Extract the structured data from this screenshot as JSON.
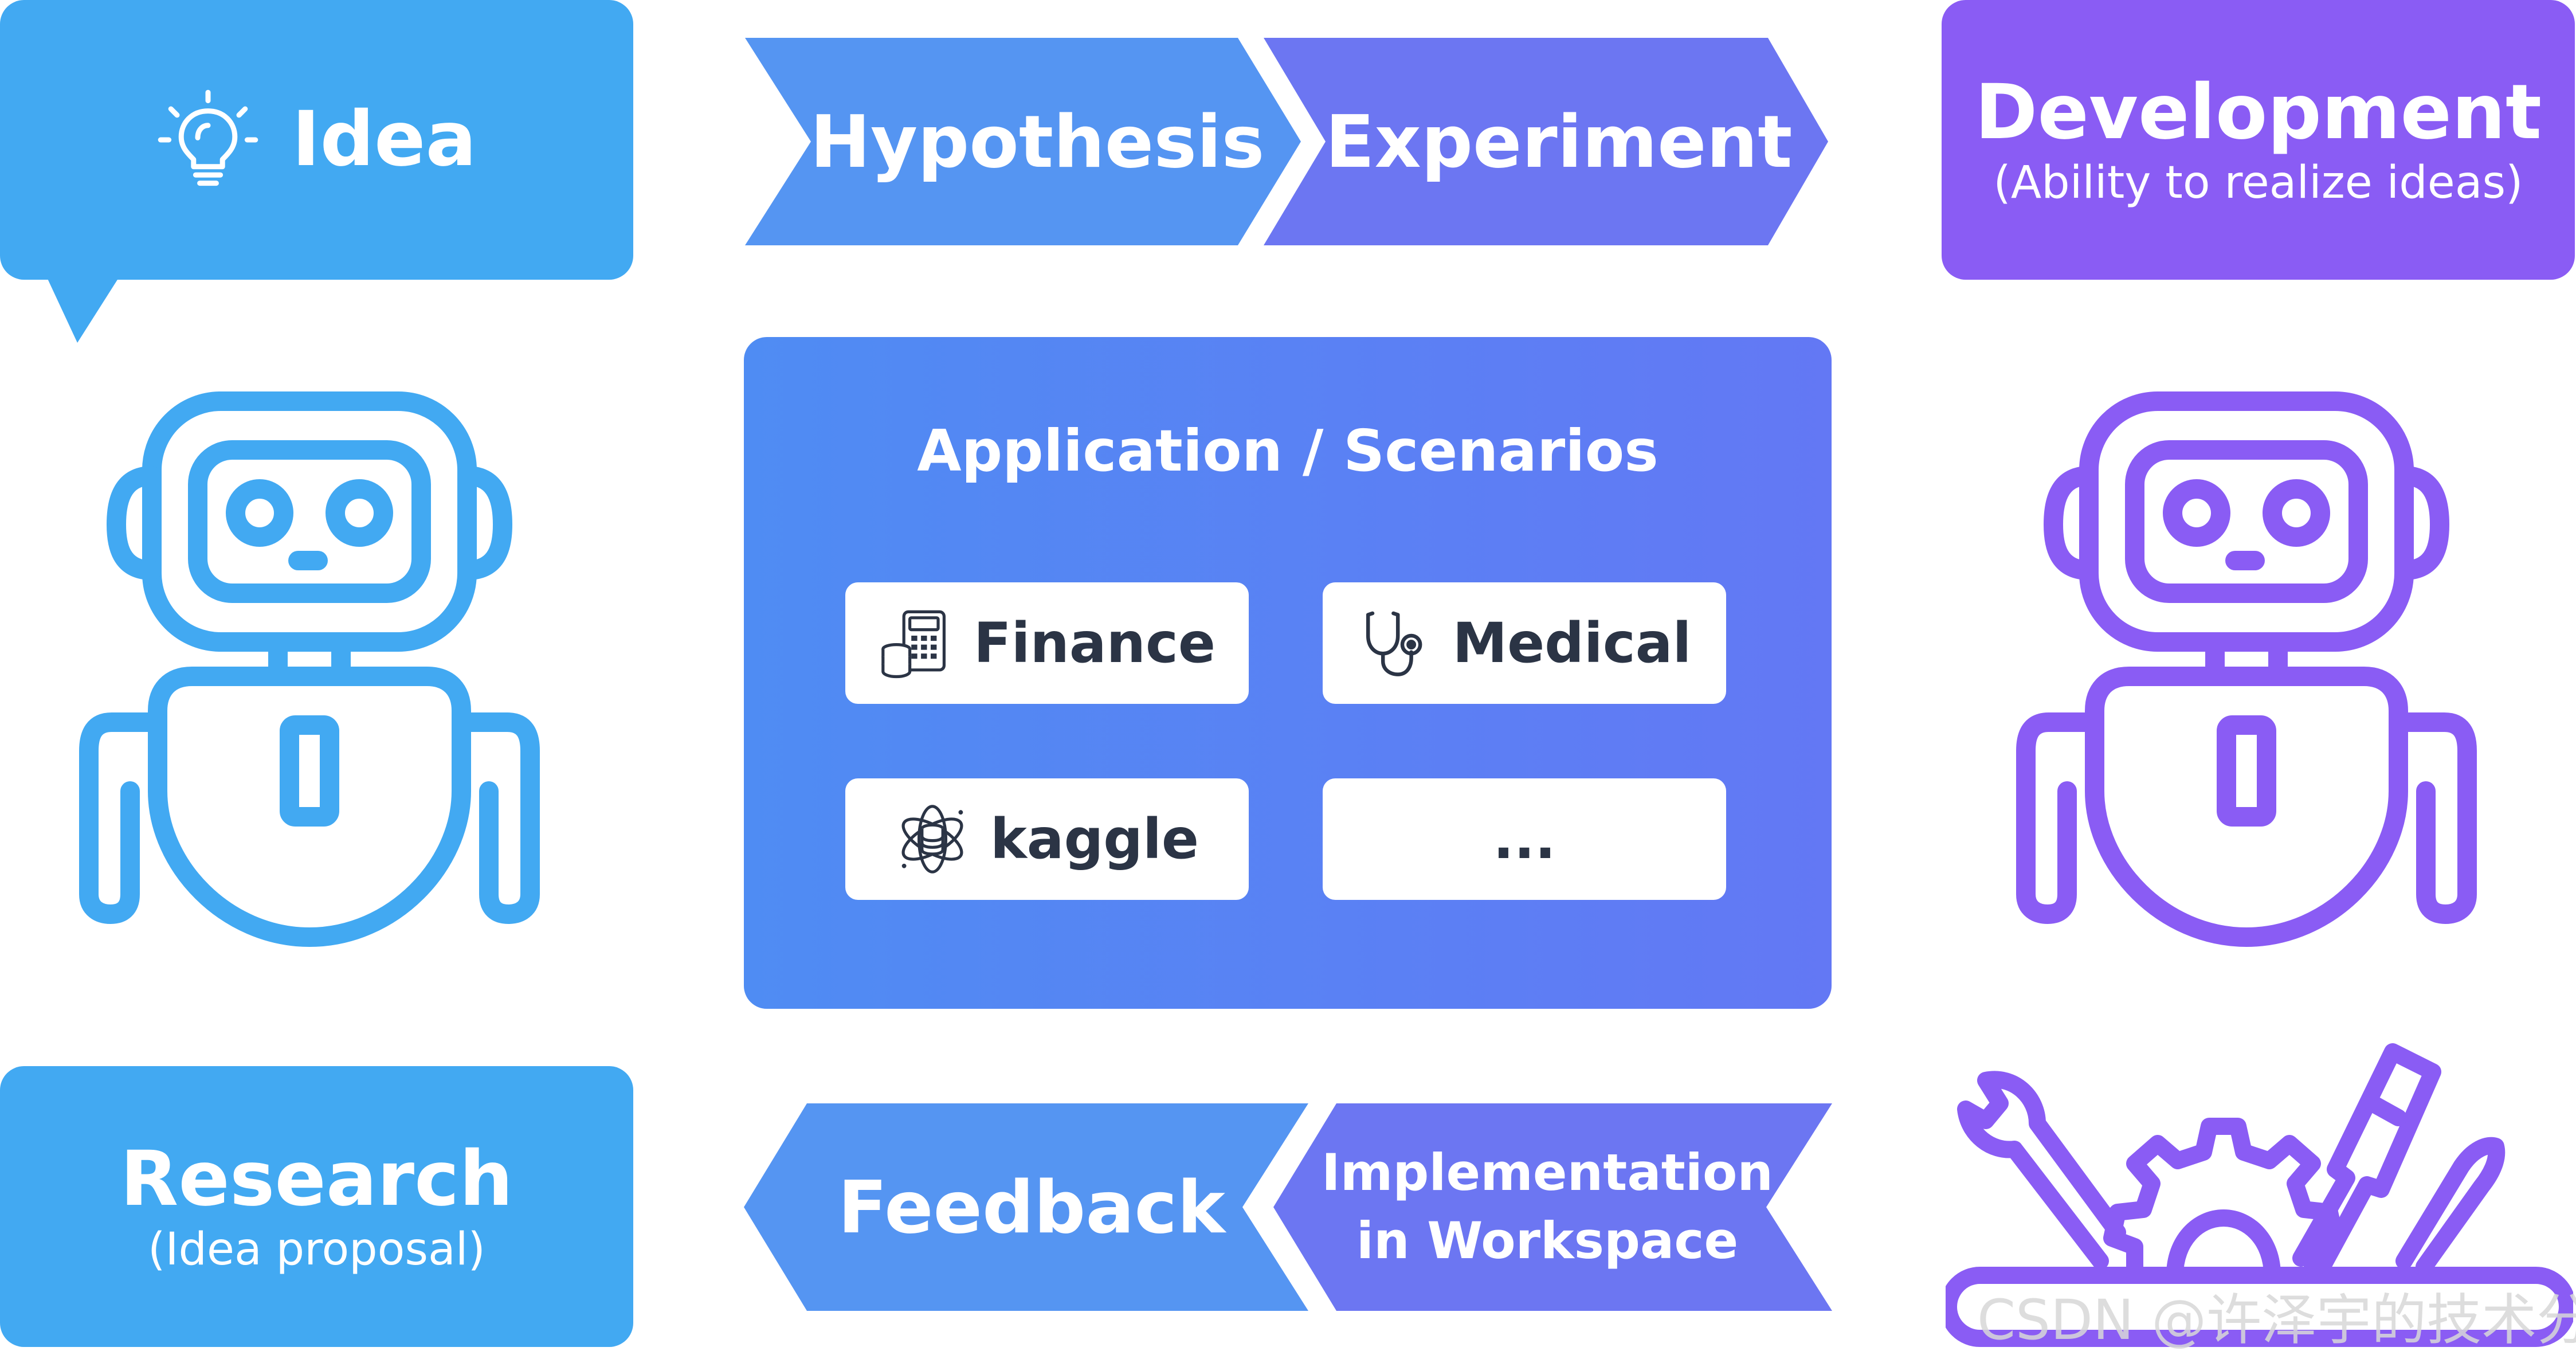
{
  "colors": {
    "blue": "#42a9f2",
    "purple": "#8a5cf4",
    "panel_start": "#4f8cf3",
    "panel_end": "#6378f4",
    "card_text": "#2b3445"
  },
  "idea": {
    "label": "Idea",
    "icon": "lightbulb-icon"
  },
  "process_top": {
    "hypothesis": "Hypothesis",
    "experiment": "Experiment"
  },
  "development": {
    "title": "Development",
    "subtitle": "(Ability to realize ideas)"
  },
  "panel": {
    "title": "Application / Scenarios",
    "cards": [
      {
        "label": "Finance",
        "icon": "calculator-coins-icon"
      },
      {
        "label": "Medical",
        "icon": "stethoscope-icon"
      },
      {
        "label": "kaggle",
        "icon": "database-atom-icon"
      },
      {
        "label": "...",
        "icon": ""
      }
    ]
  },
  "research": {
    "title": "Research",
    "subtitle": "(Idea proposal)"
  },
  "process_bottom": {
    "feedback": "Feedback",
    "implementation_line1": "Implementation",
    "implementation_line2": "in Workspace"
  },
  "watermark": "CSDN @许泽宇的技术分享"
}
